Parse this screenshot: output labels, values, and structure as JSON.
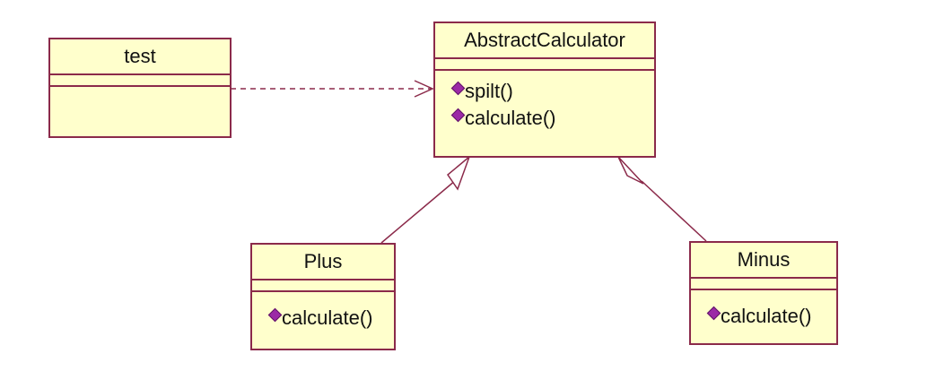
{
  "diagram": {
    "classes": {
      "test": {
        "name": "test",
        "operations": []
      },
      "abstract_calculator": {
        "name": "AbstractCalculator",
        "operations": [
          "spilt()",
          "calculate()"
        ]
      },
      "plus": {
        "name": "Plus",
        "operations": [
          "calculate()"
        ]
      },
      "minus": {
        "name": "Minus",
        "operations": [
          "calculate()"
        ]
      }
    },
    "relationships": [
      {
        "type": "dependency",
        "from": "test",
        "to": "AbstractCalculator"
      },
      {
        "type": "generalization",
        "from": "Plus",
        "to": "AbstractCalculator"
      },
      {
        "type": "generalization",
        "from": "Minus",
        "to": "AbstractCalculator"
      }
    ],
    "colors": {
      "class_fill": "#ffffcc",
      "class_border": "#8b2a4a",
      "operation_icon": "#9b2aa6"
    }
  }
}
